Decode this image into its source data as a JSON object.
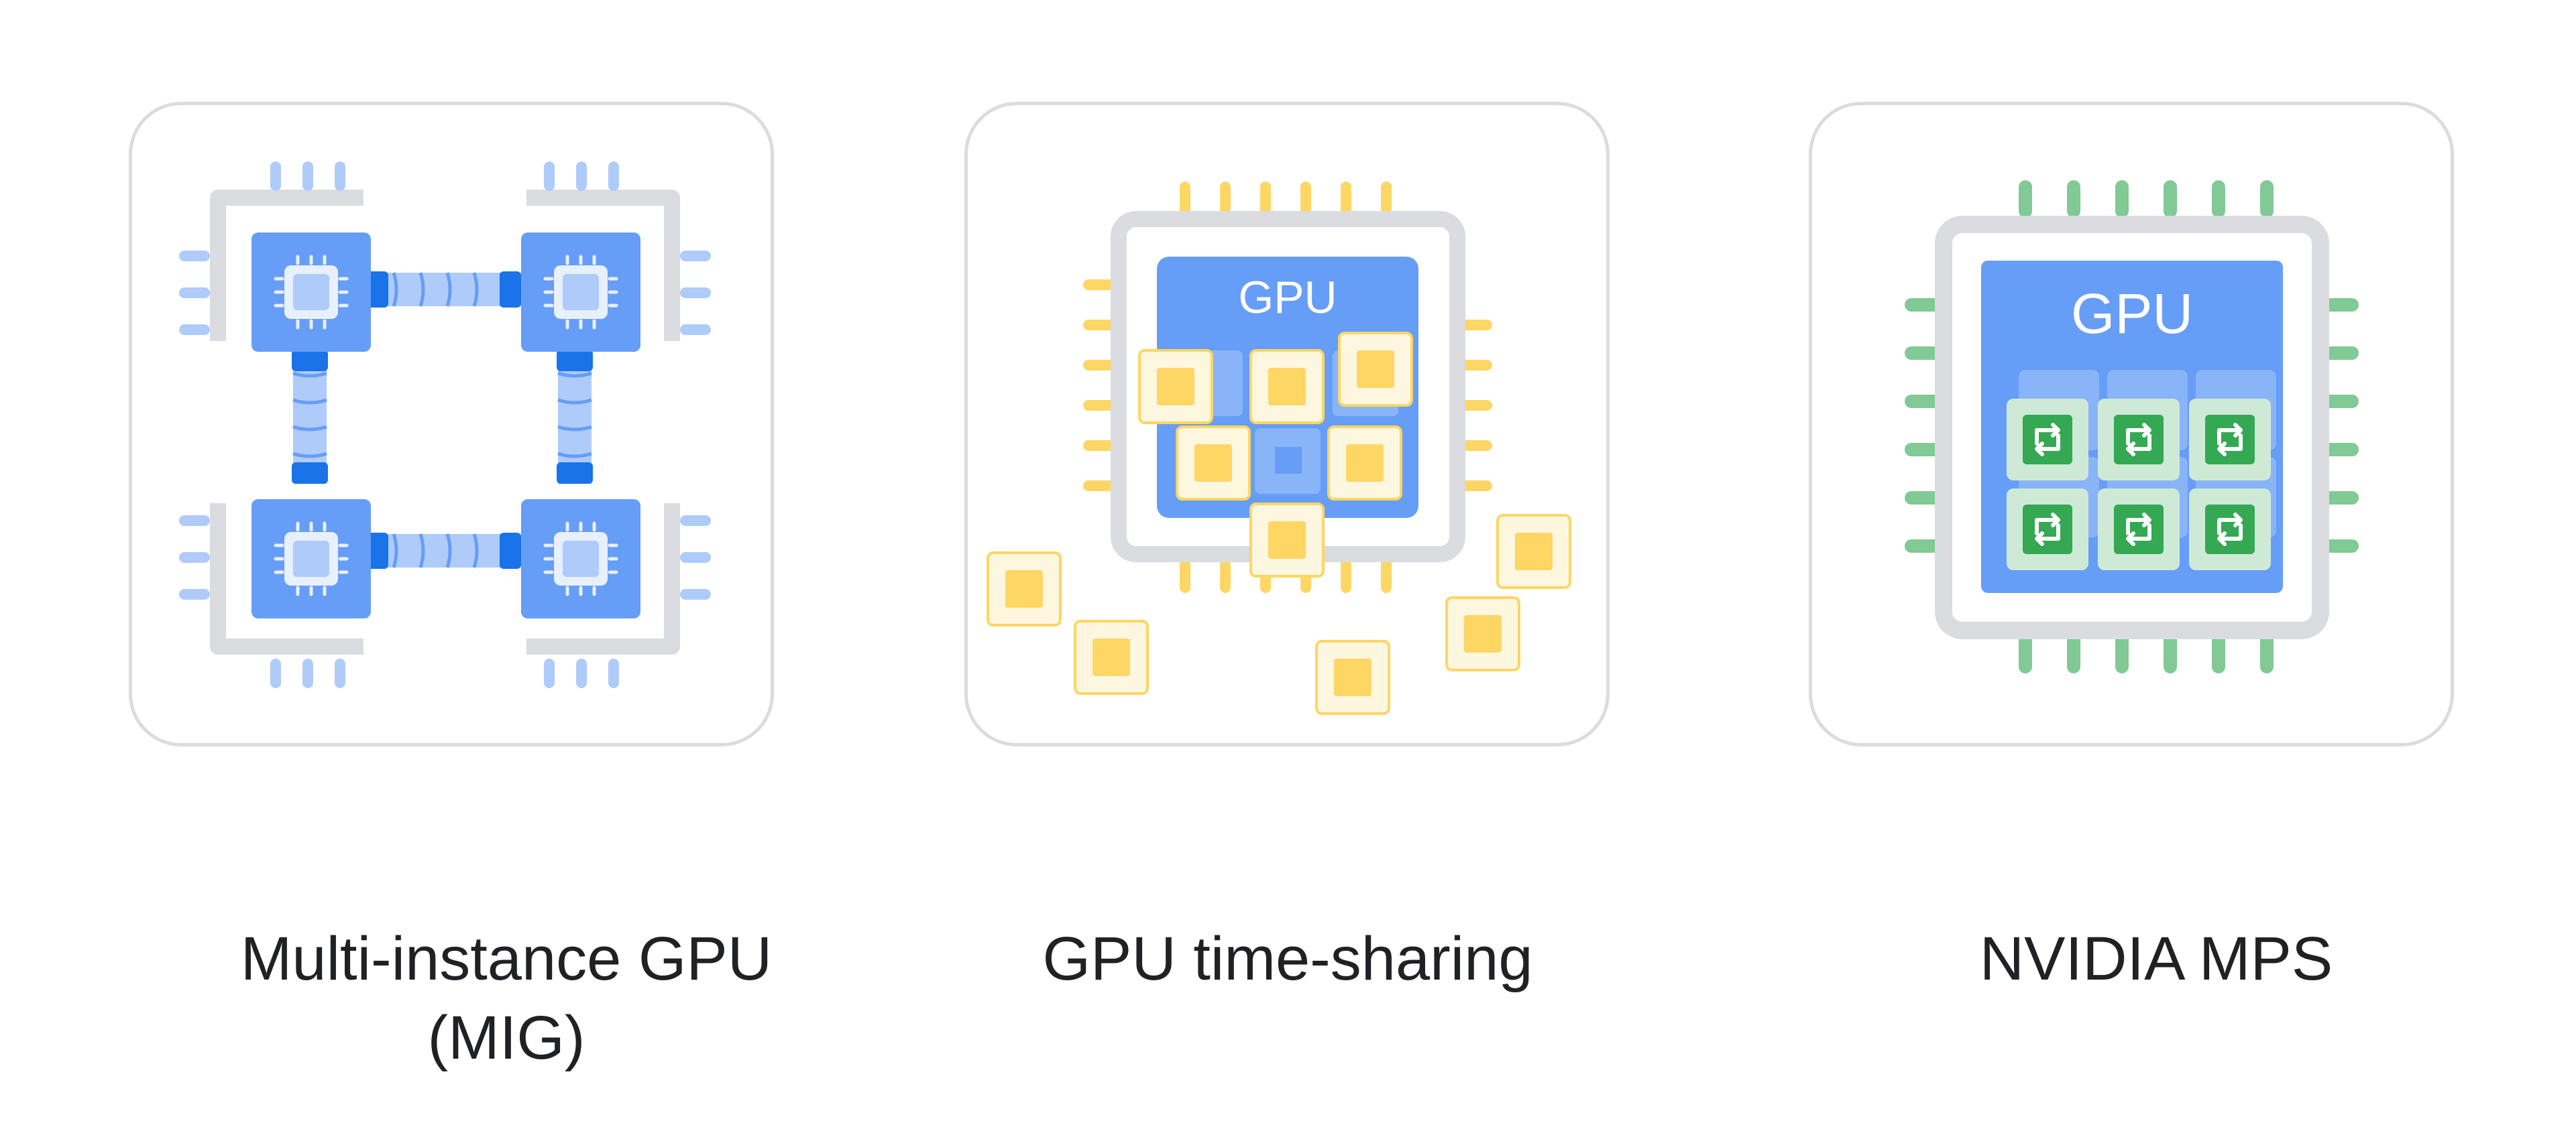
{
  "cards": [
    {
      "caption": "Multi-instance GPU (MIG)"
    },
    {
      "caption": "GPU time-sharing",
      "chip_label": "GPU"
    },
    {
      "caption": "NVIDIA MPS",
      "chip_label": "GPU"
    }
  ],
  "colors": {
    "card_border": "#dadce0",
    "chip_frame": "#dadce0",
    "mig_blue": "#669df6",
    "mig_dark_blue": "#1a73e8",
    "mig_light_blue": "#aecbfa",
    "timeshare_yellow": "#fdd663",
    "timeshare_cell": "#fde293",
    "mps_green": "#81c995",
    "mps_dark_green": "#34a853",
    "mps_light_green": "#ceead6",
    "caption_text": "#202124"
  },
  "icons": [
    "multi-instance-gpu-icon",
    "gpu-time-sharing-icon",
    "nvidia-mps-icon"
  ]
}
